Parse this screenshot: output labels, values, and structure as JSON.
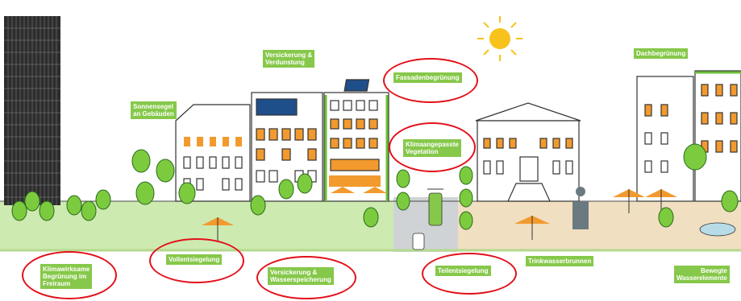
{
  "labels": {
    "versickerung_verdunstung": [
      "Versickerung &",
      "Verdunstung"
    ],
    "sonnensegel": [
      "Sonnensegel",
      "an Gebäuden"
    ],
    "fassadenbegruenung": "Fassadenbegrünung",
    "klimaangepasste_vegetation": [
      "Klimaangepasste",
      "Vegetation"
    ],
    "dachbegruenung": "Dachbegrünung",
    "klimawirksame_begruenung": [
      "Klimawirksame",
      "Begrünung im",
      "Freiraum"
    ],
    "vollentsiegelung": "Vollentsiegelung",
    "versickerung_wasserspeicherung": [
      "Versickerung &",
      "Wasserspeicherung"
    ],
    "teilentsiegelung": "Teilentsiegelung",
    "trinkwasserbrunnen": "Trinkwasserbrunnen",
    "bewegte_wasserelemente": [
      "Bewegte",
      "Wasserelemente"
    ]
  },
  "colors": {
    "label_green": "#86c84a",
    "ground_green": "#cdeab0",
    "plaza_beige": "#f0dfc0",
    "window_orange": "#f29a2e",
    "sun_yellow": "#f7c21b",
    "highlight_red": "#e3101a"
  },
  "icons": [
    "sun-icon",
    "solar-panel-icon",
    "tree-icon",
    "tram-icon",
    "statue-icon",
    "parasol-icon"
  ]
}
